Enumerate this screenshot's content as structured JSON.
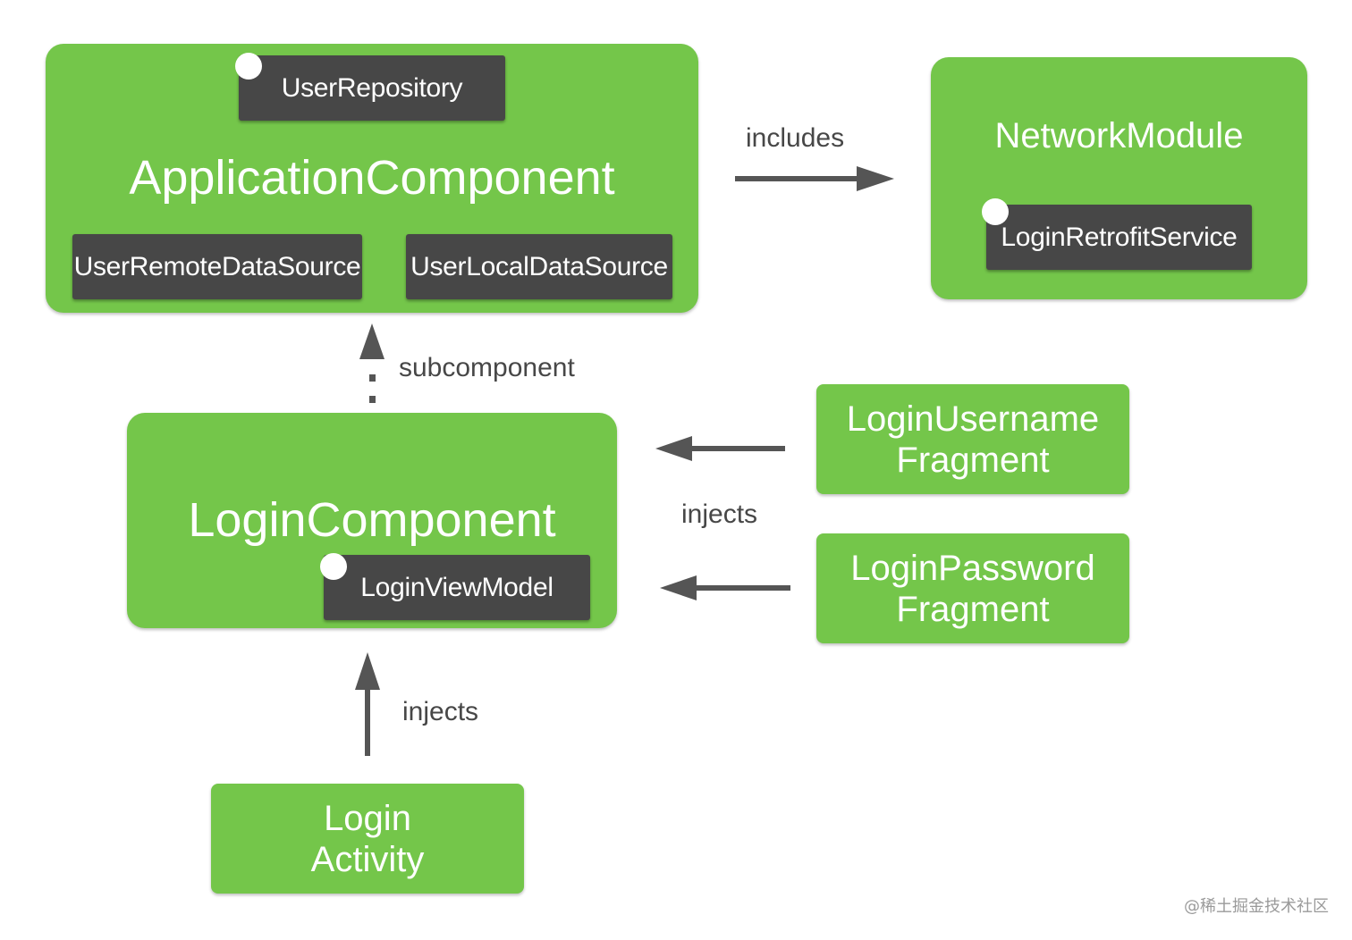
{
  "application_component": {
    "title": "ApplicationComponent",
    "scoped_item": "UserRepository",
    "items": [
      "UserRemoteDataSource",
      "UserLocalDataSource"
    ]
  },
  "network_module": {
    "title": "NetworkModule",
    "scoped_item": "LoginRetrofitService"
  },
  "login_component": {
    "title": "LoginComponent",
    "scoped_item": "LoginViewModel"
  },
  "fragments": [
    {
      "line1": "LoginUsername",
      "line2": "Fragment"
    },
    {
      "line1": "LoginPassword",
      "line2": "Fragment"
    }
  ],
  "login_activity": {
    "line1": "Login",
    "line2": "Activity"
  },
  "edges": {
    "includes": "includes",
    "subcomponent": "subcomponent",
    "injects_fragments": "injects",
    "injects_activity": "injects"
  },
  "colors": {
    "component_green": "#74c64a",
    "tag_dark": "#474747",
    "arrow": "#555555"
  },
  "watermark": "@稀土掘金技术社区"
}
